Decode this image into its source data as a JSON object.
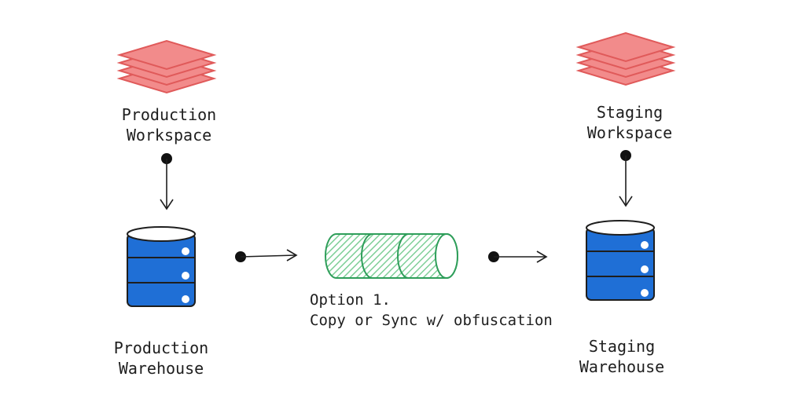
{
  "colors": {
    "layers_fill": "#f28b8b",
    "layers_stroke": "#e05a5a",
    "db_fill": "#1f6fd6",
    "db_stroke": "#1e1e1e",
    "pipe_fill": "#a9dfb8",
    "pipe_stroke": "#2f9e5a",
    "arrow": "#1e1e1e",
    "text": "#1e1e1e"
  },
  "nodes": {
    "production_workspace": {
      "line1": "Production",
      "line2": "Workspace",
      "icon": "layers-icon"
    },
    "staging_workspace": {
      "line1": "Staging",
      "line2": "Workspace",
      "icon": "layers-icon"
    },
    "production_warehouse": {
      "line1": "Production",
      "line2": "Warehouse",
      "icon": "database-icon"
    },
    "staging_warehouse": {
      "line1": "Staging",
      "line2": "Warehouse",
      "icon": "database-icon"
    },
    "pipeline": {
      "line1": "Option 1.",
      "line2": "Copy or Sync w/ obfuscation",
      "icon": "pipe-icon"
    }
  }
}
